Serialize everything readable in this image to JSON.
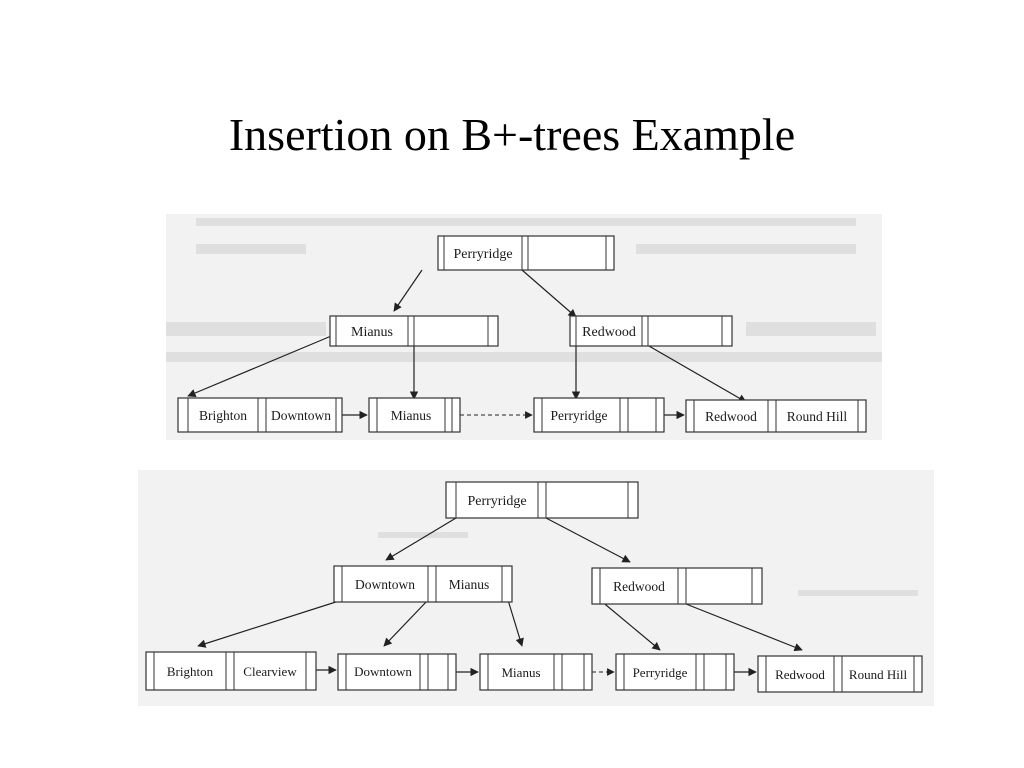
{
  "slide": {
    "title": "Insertion on B+-trees Example"
  },
  "tree_before": {
    "root": [
      "Perryridge"
    ],
    "internal": [
      [
        "Mianus"
      ],
      [
        "Redwood"
      ]
    ],
    "leaves": [
      [
        "Brighton",
        "Downtown"
      ],
      [
        "Mianus"
      ],
      [
        "Perryridge"
      ],
      [
        "Redwood",
        "Round Hill"
      ]
    ]
  },
  "tree_after": {
    "root": [
      "Perryridge"
    ],
    "internal": [
      [
        "Downtown",
        "Mianus"
      ],
      [
        "Redwood"
      ]
    ],
    "leaves": [
      [
        "Brighton",
        "Clearview"
      ],
      [
        "Downtown"
      ],
      [
        "Mianus"
      ],
      [
        "Perryridge"
      ],
      [
        "Redwood",
        "Round Hill"
      ]
    ]
  },
  "colors": {
    "background": "#ffffff",
    "figure_background": "#f2f2f2",
    "ink": "#1a1a1a"
  }
}
